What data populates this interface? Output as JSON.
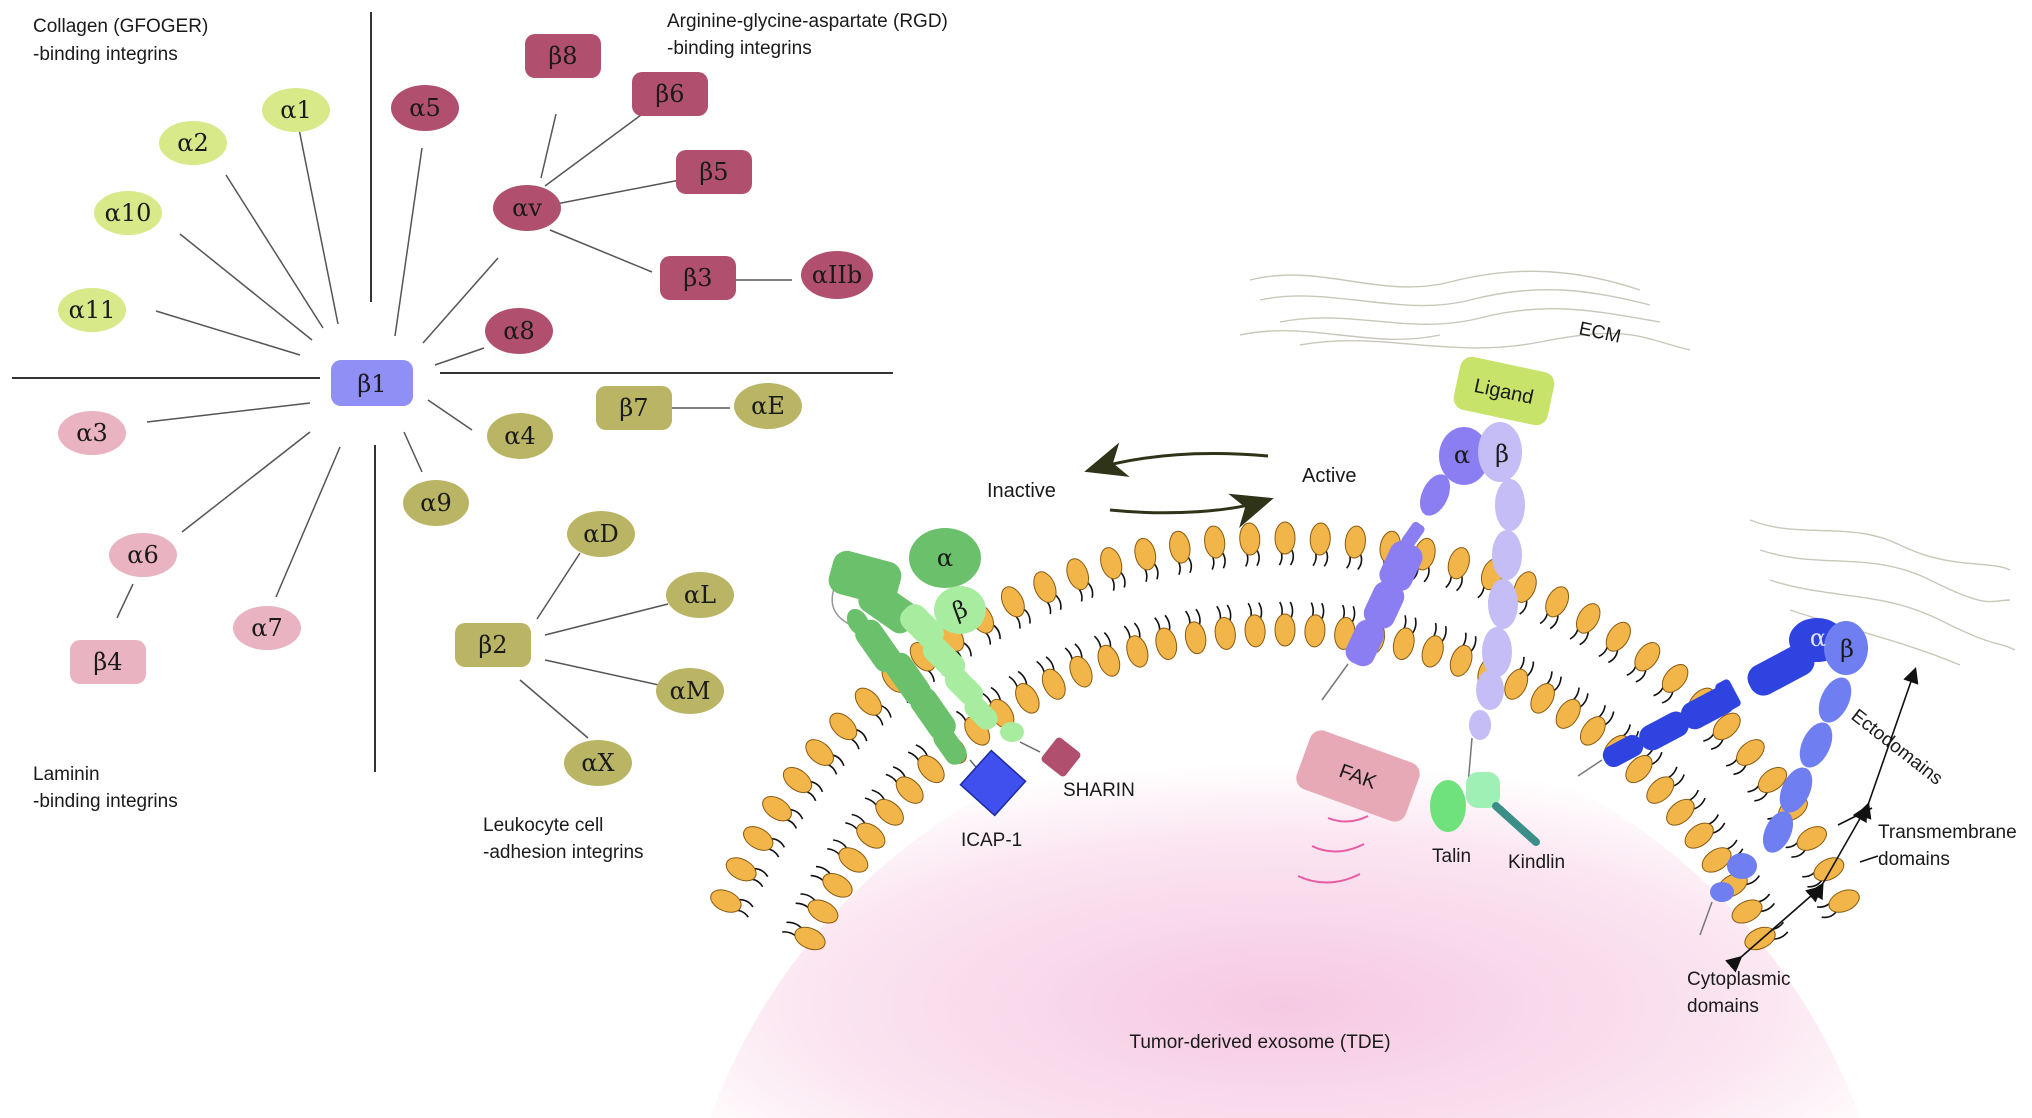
{
  "colors": {
    "collagen": "#d8e98a",
    "rgd": "#b0506e",
    "laminin": "#eab3c1",
    "leukocyte": "#b9b565",
    "beta1": "#8f8ff5",
    "membrane_head": "#f2b54a",
    "exosome_core": "#f9d6ea",
    "green_integrin": "#7fcf7a",
    "purple_integrin": "#8a7ef2",
    "blue_integrin": "#3b4fe6"
  },
  "groups": {
    "collagen": {
      "line1": "Collagen (GFOGER)",
      "line2": "-binding integrins"
    },
    "rgd": {
      "line1": "Arginine-glycine-aspartate (RGD)",
      "line2": "-binding integrins"
    },
    "laminin": {
      "line1": "Laminin",
      "line2": "-binding integrins"
    },
    "leukocyte": {
      "line1": "Leukocyte cell",
      "line2": "-adhesion integrins"
    }
  },
  "subunits": {
    "beta1": "β1",
    "a1": "α1",
    "a2": "α2",
    "a10": "α10",
    "a11": "α11",
    "a5": "α5",
    "av": "αv",
    "a8": "α8",
    "b8": "β8",
    "b6": "β6",
    "b5": "β5",
    "b3": "β3",
    "aIIb": "αIIb",
    "a4": "α4",
    "b7": "β7",
    "aE": "αE",
    "a9": "α9",
    "a3": "α3",
    "a6": "α6",
    "b4": "β4",
    "a7": "α7",
    "b2": "β2",
    "aD": "αD",
    "aL": "αL",
    "aM": "αM",
    "aX": "αX"
  },
  "membrane": {
    "ecm": "ECM",
    "ligand": "Ligand",
    "inactive": "Inactive",
    "active": "Active",
    "alpha": "α",
    "beta": "β",
    "fak": "FAK",
    "talin": "Talin",
    "kindlin": "Kindlin",
    "icap1": "ICAP-1",
    "sharin": "SHARIN",
    "ectodomains": "Ectodomains",
    "transmembrane_1": "Transmembrane",
    "transmembrane_2": "domains",
    "cytoplasmic_1": "Cytoplasmic",
    "cytoplasmic_2": "domains",
    "tde": "Tumor-derived exosome (TDE)"
  }
}
